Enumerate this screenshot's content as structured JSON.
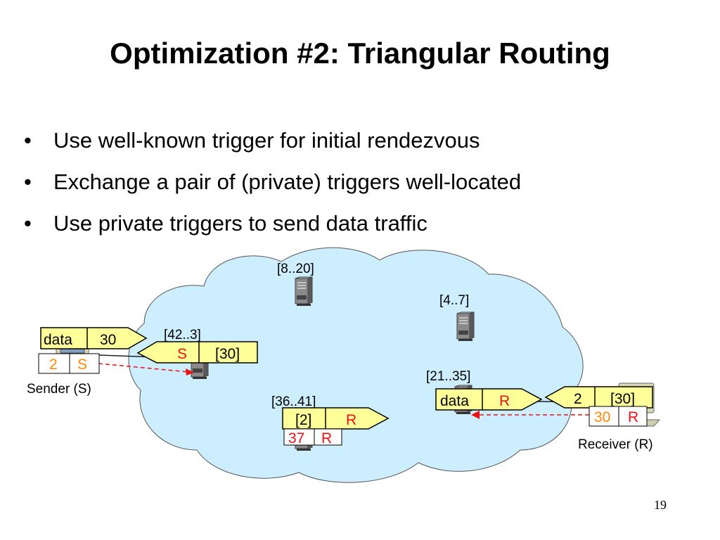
{
  "slide": {
    "title": "Optimization #2: Triangular Routing",
    "page_number": "19"
  },
  "bullets": [
    "Use well-known trigger for initial rendezvous",
    "Exchange a pair of (private) triggers well-located",
    "Use private triggers to send data traffic"
  ],
  "diagram": {
    "colors": {
      "cloud_fill": "#cceeff",
      "packet_fill": "#ffff99",
      "red": "#ee1111",
      "orange": "#ff8800",
      "arrow_red": "#ee1111"
    },
    "servers": [
      {
        "id": "server-8-20",
        "label": "[8..20]"
      },
      {
        "id": "server-4-7",
        "label": "[4..7]"
      },
      {
        "id": "server-42-3",
        "label": "[42..3]"
      },
      {
        "id": "server-21-35",
        "label": "[21..35]"
      },
      {
        "id": "server-36-41",
        "label": "[36..41]"
      }
    ],
    "hosts": {
      "sender": "Sender (S)",
      "receiver": "Receiver (R)"
    },
    "sender_packet": {
      "cells": [
        "data",
        "30"
      ]
    },
    "sender_trigger": {
      "cells": [
        "2",
        "S"
      ]
    },
    "trigger_42": {
      "cells": [
        "S",
        "[30]"
      ]
    },
    "trigger_36": {
      "cells": [
        "[2]",
        "R"
      ]
    },
    "trigger_36_private": {
      "cells": [
        "37",
        "R"
      ]
    },
    "packet_21": {
      "cells": [
        "data",
        "R"
      ]
    },
    "receiver_packet": {
      "cells": [
        "2",
        "[30]"
      ]
    },
    "receiver_trigger": {
      "cells": [
        "30",
        "R"
      ]
    }
  }
}
